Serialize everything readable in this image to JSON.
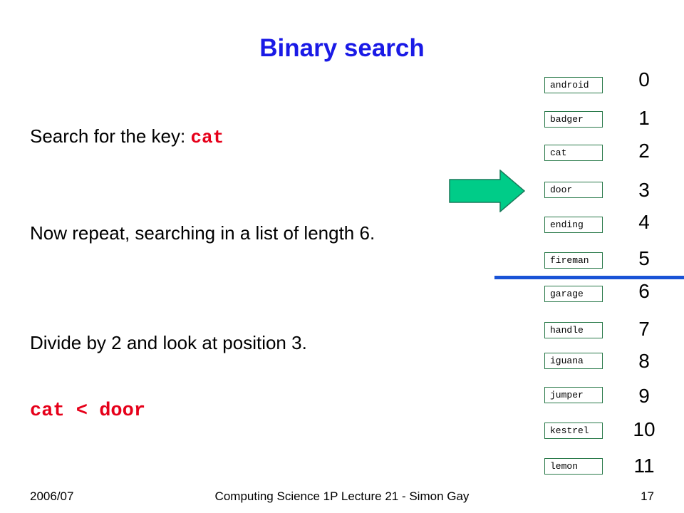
{
  "slide": {
    "title": "Binary search",
    "search_prefix": "Search for the key: ",
    "search_key": "cat",
    "repeat_text": "Now repeat, searching in a list of length 6.",
    "divide_text": "Divide by 2 and look at position 3.",
    "comparison": "cat < door"
  },
  "list": {
    "items": [
      "android",
      "badger",
      "cat",
      "door",
      "ending",
      "fireman",
      "garage",
      "handle",
      "iguana",
      "jumper",
      "kestrel",
      "lemon"
    ],
    "indices": [
      "0",
      "1",
      "2",
      "3",
      "4",
      "5",
      "6",
      "7",
      "8",
      "9",
      "10",
      "11"
    ],
    "pointer_index": 3
  },
  "colors": {
    "title": "#1a1ae6",
    "code": "#e6001a",
    "arrow_fill": "#00cc88",
    "divider": "#1a53d6"
  },
  "footer": {
    "left": "2006/07",
    "center": "Computing Science 1P Lecture 21 - Simon Gay",
    "right": "17"
  }
}
